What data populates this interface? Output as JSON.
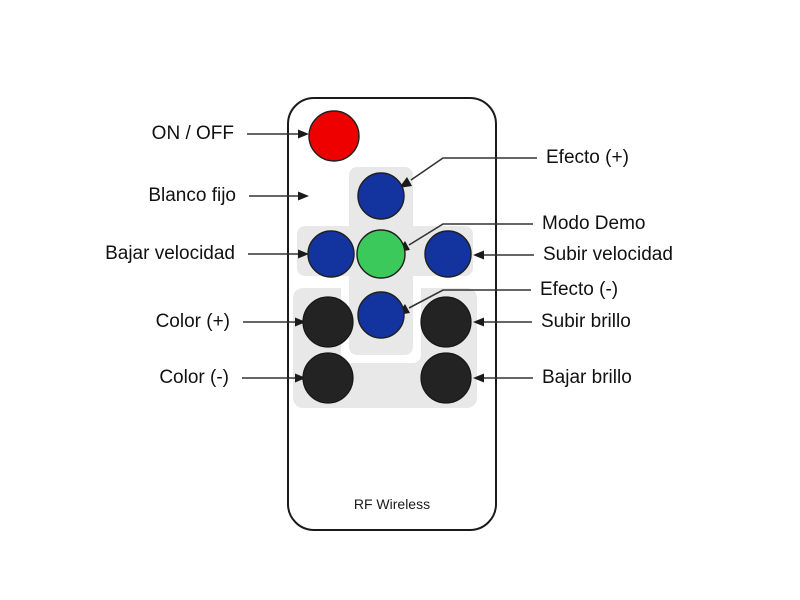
{
  "diagram": {
    "title": "RF Wireless remote control button map",
    "device": {
      "brand_text": "RF Wireless",
      "body_fill": "#ffffff",
      "body_stroke": "#1a1a1a",
      "pad_fill": "#e8e8e8"
    },
    "colors": {
      "red": "#ee0000",
      "blue": "#13339e",
      "green": "#3cc95c",
      "black": "#232323",
      "pad_gray": "#e8e8e8",
      "line": "#333333",
      "text": "#111111"
    },
    "buttons": [
      {
        "id": "power",
        "color_name": "red",
        "fill": "#ee0000",
        "label": "ON / OFF",
        "side": "left"
      },
      {
        "id": "white-fixed",
        "color_name": "none",
        "fill": "",
        "label": "Blanco fijo",
        "side": "left"
      },
      {
        "id": "effect-up",
        "color_name": "blue",
        "fill": "#13339e",
        "label": "Efecto (+)",
        "side": "right"
      },
      {
        "id": "speed-down",
        "color_name": "blue",
        "fill": "#13339e",
        "label": "Bajar velocidad",
        "side": "left"
      },
      {
        "id": "demo-mode",
        "color_name": "green",
        "fill": "#3cc95c",
        "label": "Modo Demo",
        "side": "right"
      },
      {
        "id": "speed-up",
        "color_name": "blue",
        "fill": "#13339e",
        "label": "Subir velocidad",
        "side": "right"
      },
      {
        "id": "effect-down",
        "color_name": "blue",
        "fill": "#13339e",
        "label": "Efecto (-)",
        "side": "right"
      },
      {
        "id": "color-up",
        "color_name": "black",
        "fill": "#232323",
        "label": "Color (+)",
        "side": "left"
      },
      {
        "id": "brightness-up",
        "color_name": "black",
        "fill": "#232323",
        "label": "Subir brillo",
        "side": "right"
      },
      {
        "id": "color-down",
        "color_name": "black",
        "fill": "#232323",
        "label": "Color (-)",
        "side": "left"
      },
      {
        "id": "brightness-down",
        "color_name": "black",
        "fill": "#232323",
        "label": "Bajar brillo",
        "side": "right"
      }
    ],
    "labels": {
      "on_off": "ON / OFF",
      "blanco_fijo": "Blanco fijo",
      "bajar_velocidad": "Bajar velocidad",
      "color_mas": "Color (+)",
      "color_menos": "Color (-)",
      "efecto_mas": "Efecto (+)",
      "modo_demo": "Modo Demo",
      "subir_velocidad": "Subir velocidad",
      "efecto_menos": "Efecto (-)",
      "subir_brillo": "Subir brillo",
      "bajar_brillo": "Bajar brillo",
      "brand": "RF Wireless"
    }
  }
}
